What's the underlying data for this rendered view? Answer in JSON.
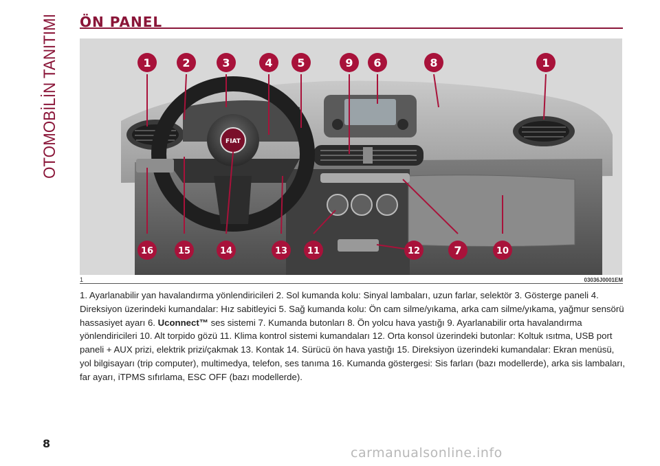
{
  "side_title": "OTOMOBİLİN TANITIMI",
  "section_title": "ÖN PANEL",
  "figure": {
    "number": "1",
    "code": "03036J0001EM",
    "callouts": [
      "1",
      "2",
      "3",
      "4",
      "5",
      "9",
      "6",
      "8",
      "1",
      "16",
      "15",
      "14",
      "13",
      "11",
      "12",
      "7",
      "10"
    ],
    "steering_logo": "FIAT"
  },
  "caption": {
    "part1": "1. Ayarlanabilir yan havalandırma yönlendiricileri 2. Sol kumanda kolu: Sinyal lambaları, uzun farlar, selektör 3. Gösterge paneli 4. Direksiyon üzerindeki kumandalar: Hız sabitleyici 5. Sağ kumanda kolu: Ön cam silme/yıkama, arka cam silme/yıkama, yağmur sensörü hassasiyet ayarı 6. ",
    "bold": "Uconnect™",
    "part2": " ses sistemi 7. Kumanda butonları 8. Ön yolcu hava yastığı 9. Ayarlanabilir orta havalandırma yönlendiricileri 10. Alt torpido gözü 11. Klima kontrol sistemi kumandaları 12. Orta konsol üzerindeki butonlar: Koltuk ısıtma, USB port paneli + AUX prizi, elektrik prizi/çakmak 13. Kontak 14. Sürücü ön hava yastığı 15. Direksiyon üzerindeki kumandalar: Ekran menüsü, yol bilgisayarı (trip computer), multimedya, telefon, ses tanıma 16. Kumanda göstergesi: Sis farları (bazı modellerde), arka sis lambaları, far ayarı, iTPMS sıfırlama, ESC OFF (bazı modellerde)."
  },
  "page_number": "8",
  "watermark": "carmanualsonline.info",
  "colors": {
    "accent": "#8a1538",
    "callout": "#a8123a"
  }
}
